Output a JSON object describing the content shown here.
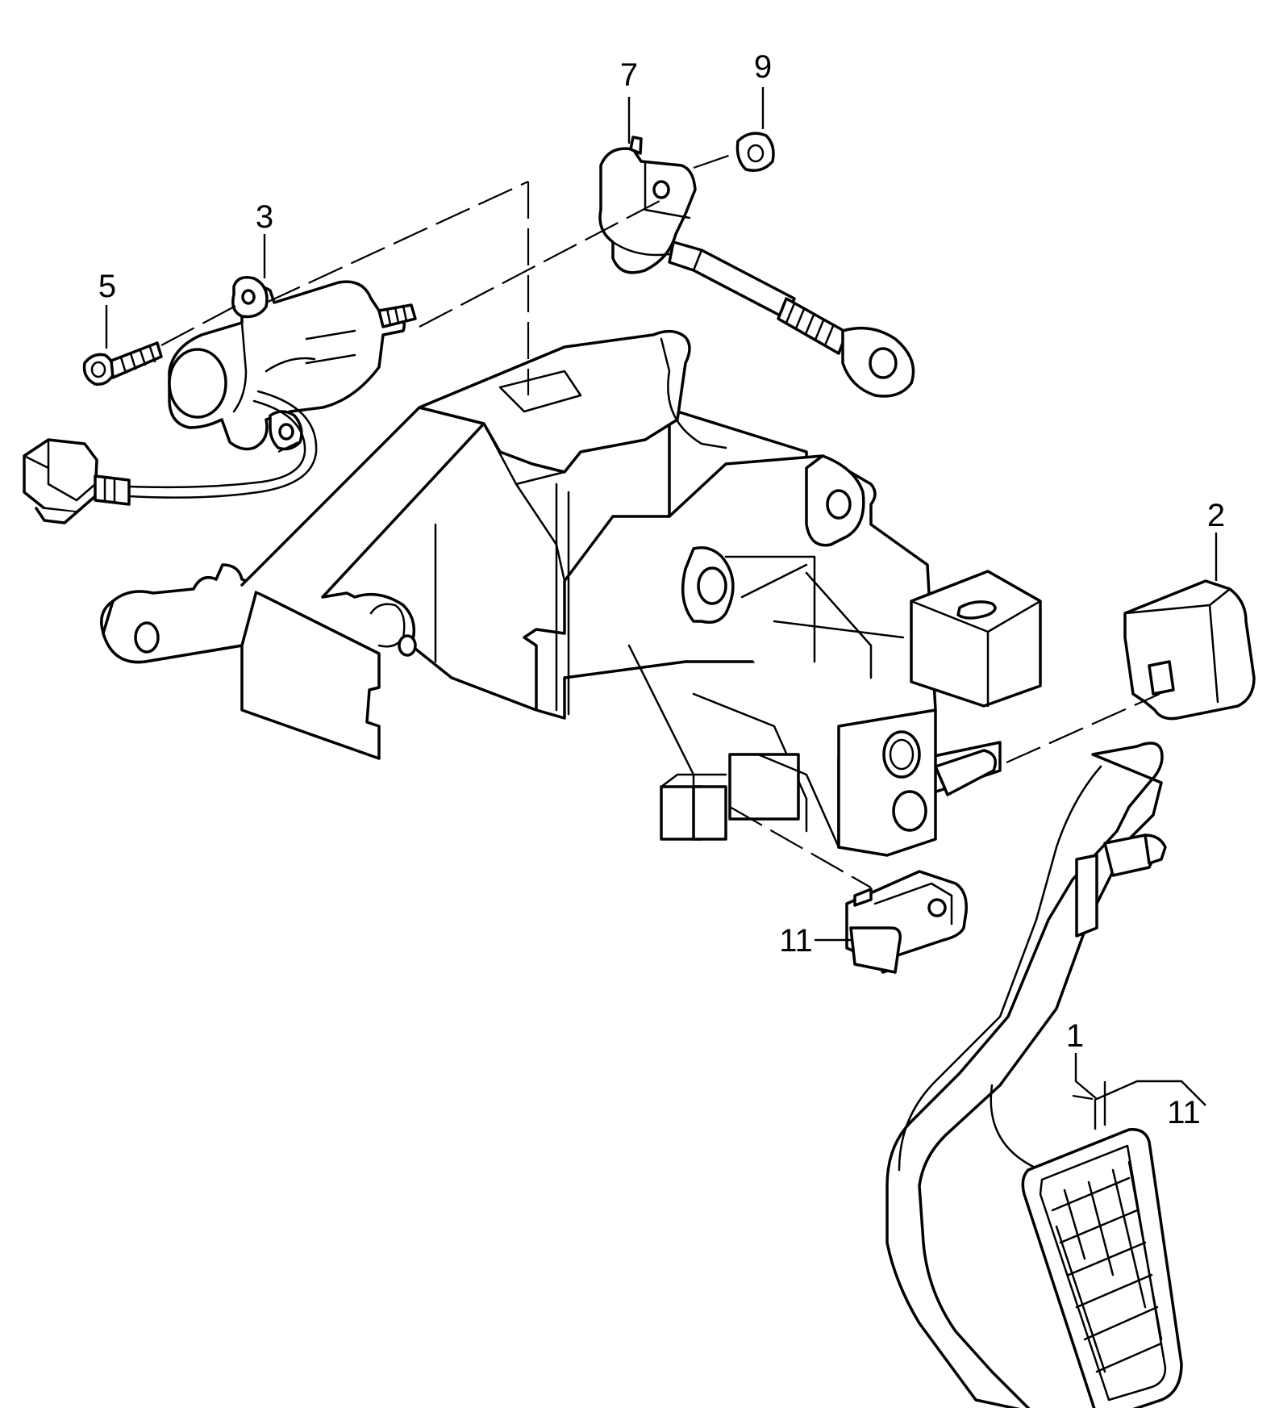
{
  "callouts": {
    "c1": "1",
    "c2": "2",
    "c3": "3",
    "c5": "5",
    "c7": "7",
    "c9": "9",
    "c11_switch": "11",
    "c11_group": "11"
  }
}
